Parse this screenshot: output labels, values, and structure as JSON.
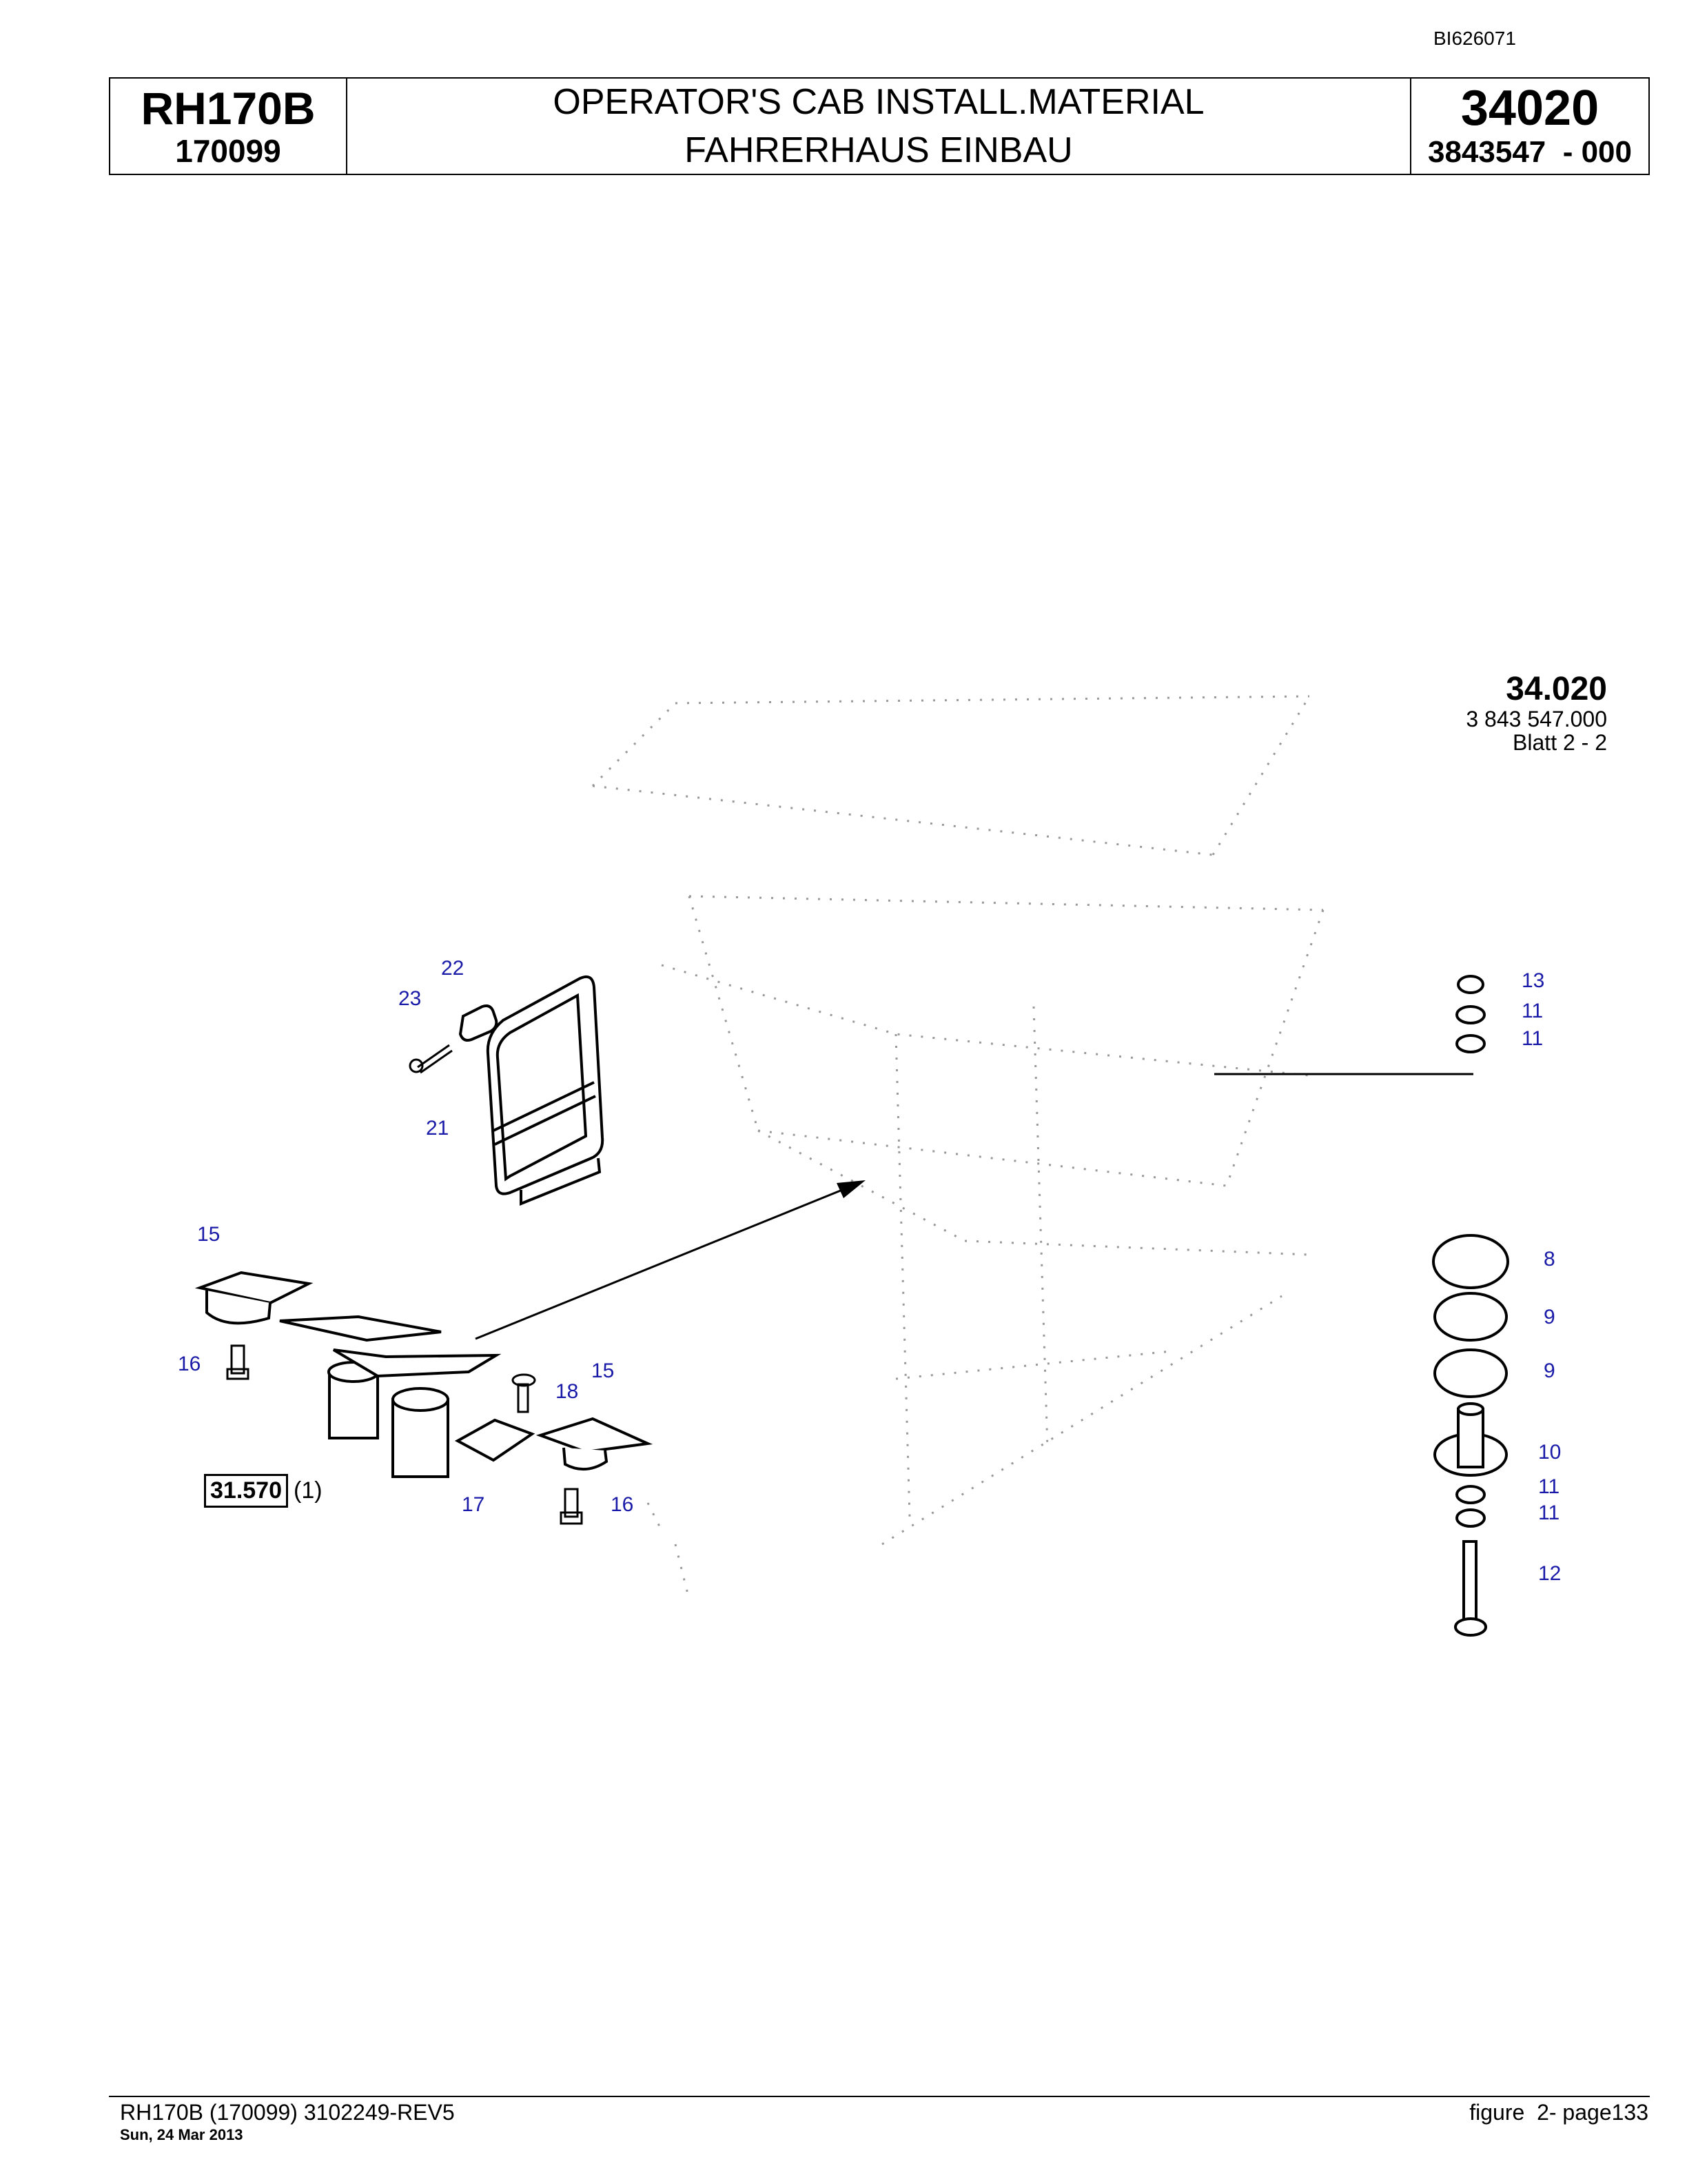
{
  "doc_id": "BI626071",
  "header": {
    "model": "RH170B",
    "serial": "170099",
    "title_en": "OPERATOR'S CAB INSTALL.MATERIAL",
    "title_de": "FAHRERHAUS EINBAU",
    "group": "34020",
    "part_no": "3843547  - 000"
  },
  "drawing_ref": {
    "group": "34.020",
    "part_no": "3 843 547.000",
    "sheet": "Blatt 2 - 2"
  },
  "callouts": [
    "22",
    "23",
    "21",
    "15",
    "16",
    "15",
    "18",
    "17",
    "16",
    "13",
    "11",
    "11",
    "8",
    "9",
    "9",
    "10",
    "11",
    "11",
    "12"
  ],
  "sub_ref": {
    "label": "31.570",
    "qty": "(1)"
  },
  "footer": {
    "left": "RH170B (170099) 3102249-REV5",
    "date": "Sun, 24 Mar 2013",
    "right": "figure  2- page133"
  }
}
